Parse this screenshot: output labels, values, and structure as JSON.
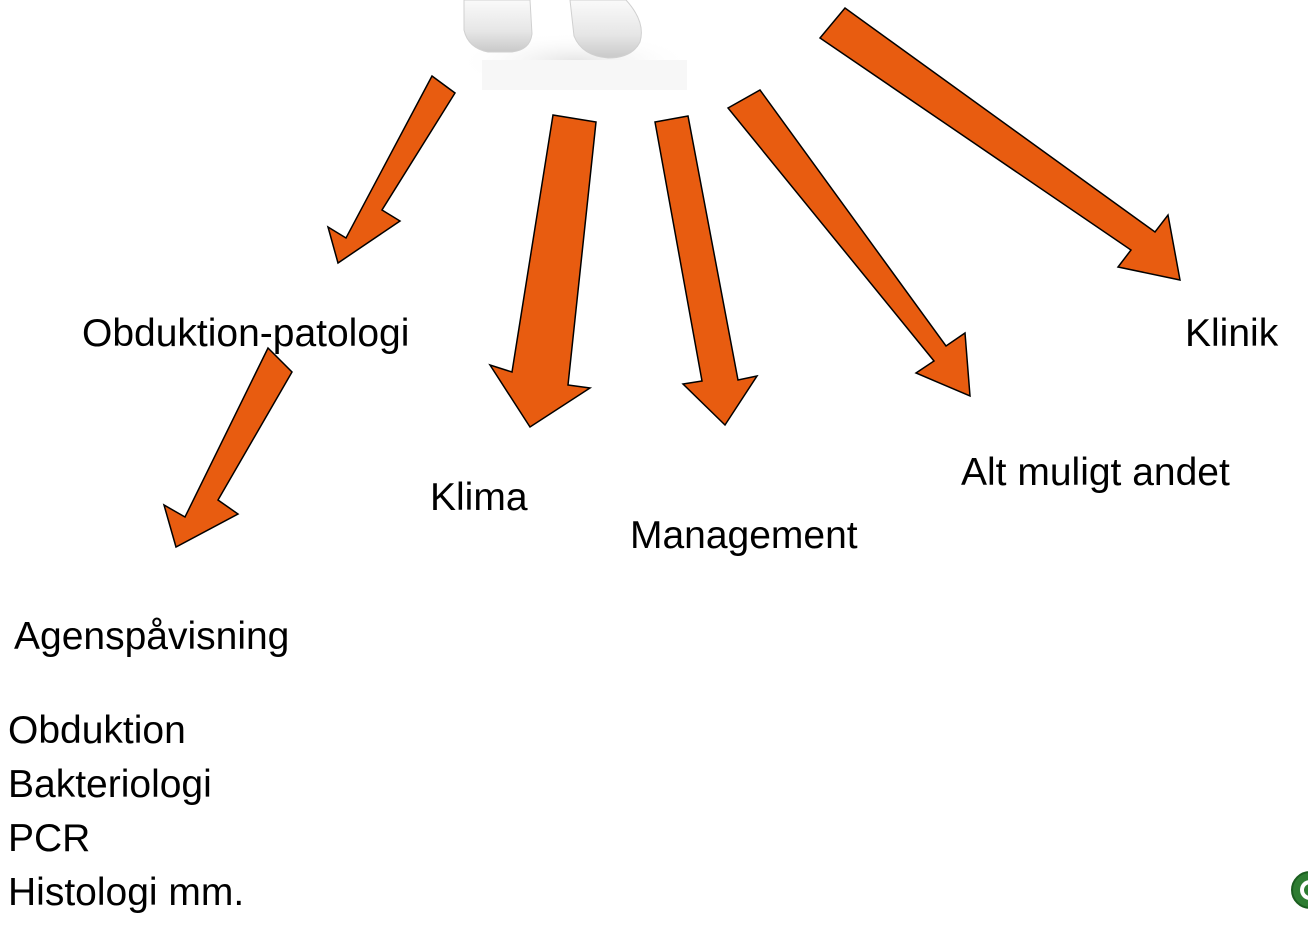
{
  "colors": {
    "arrow_fill": "#E85C10",
    "arrow_stroke": "#000000",
    "figure_light": "#F1F1F1",
    "figure_shadow": "#BDBDBD",
    "seal_green": "#2E7D32"
  },
  "figure": {
    "icon": "3d-person-feet-icon"
  },
  "arrows": [
    {
      "name": "arrow-to-obduktion-patologi",
      "target": "obduktion_patologi"
    },
    {
      "name": "arrow-to-klima",
      "target": "klima"
    },
    {
      "name": "arrow-to-management",
      "target": "management"
    },
    {
      "name": "arrow-to-alt-muligt-andet",
      "target": "alt_muligt_andet"
    },
    {
      "name": "arrow-to-klinik",
      "target": "klinik"
    },
    {
      "name": "arrow-to-agenspavisning",
      "target": "agenspavisning"
    }
  ],
  "labels": {
    "obduktion_patologi": "Obduktion-patologi",
    "klinik": "Klinik",
    "alt_muligt_andet": "Alt muligt andet",
    "klima": "Klima",
    "management": "Management",
    "agenspavisning": "Agenspåvisning"
  },
  "methods": [
    "Obduktion",
    "Bakteriologi",
    "PCR",
    "Histologi mm."
  ],
  "seal": {
    "icon": "university-seal-icon"
  }
}
